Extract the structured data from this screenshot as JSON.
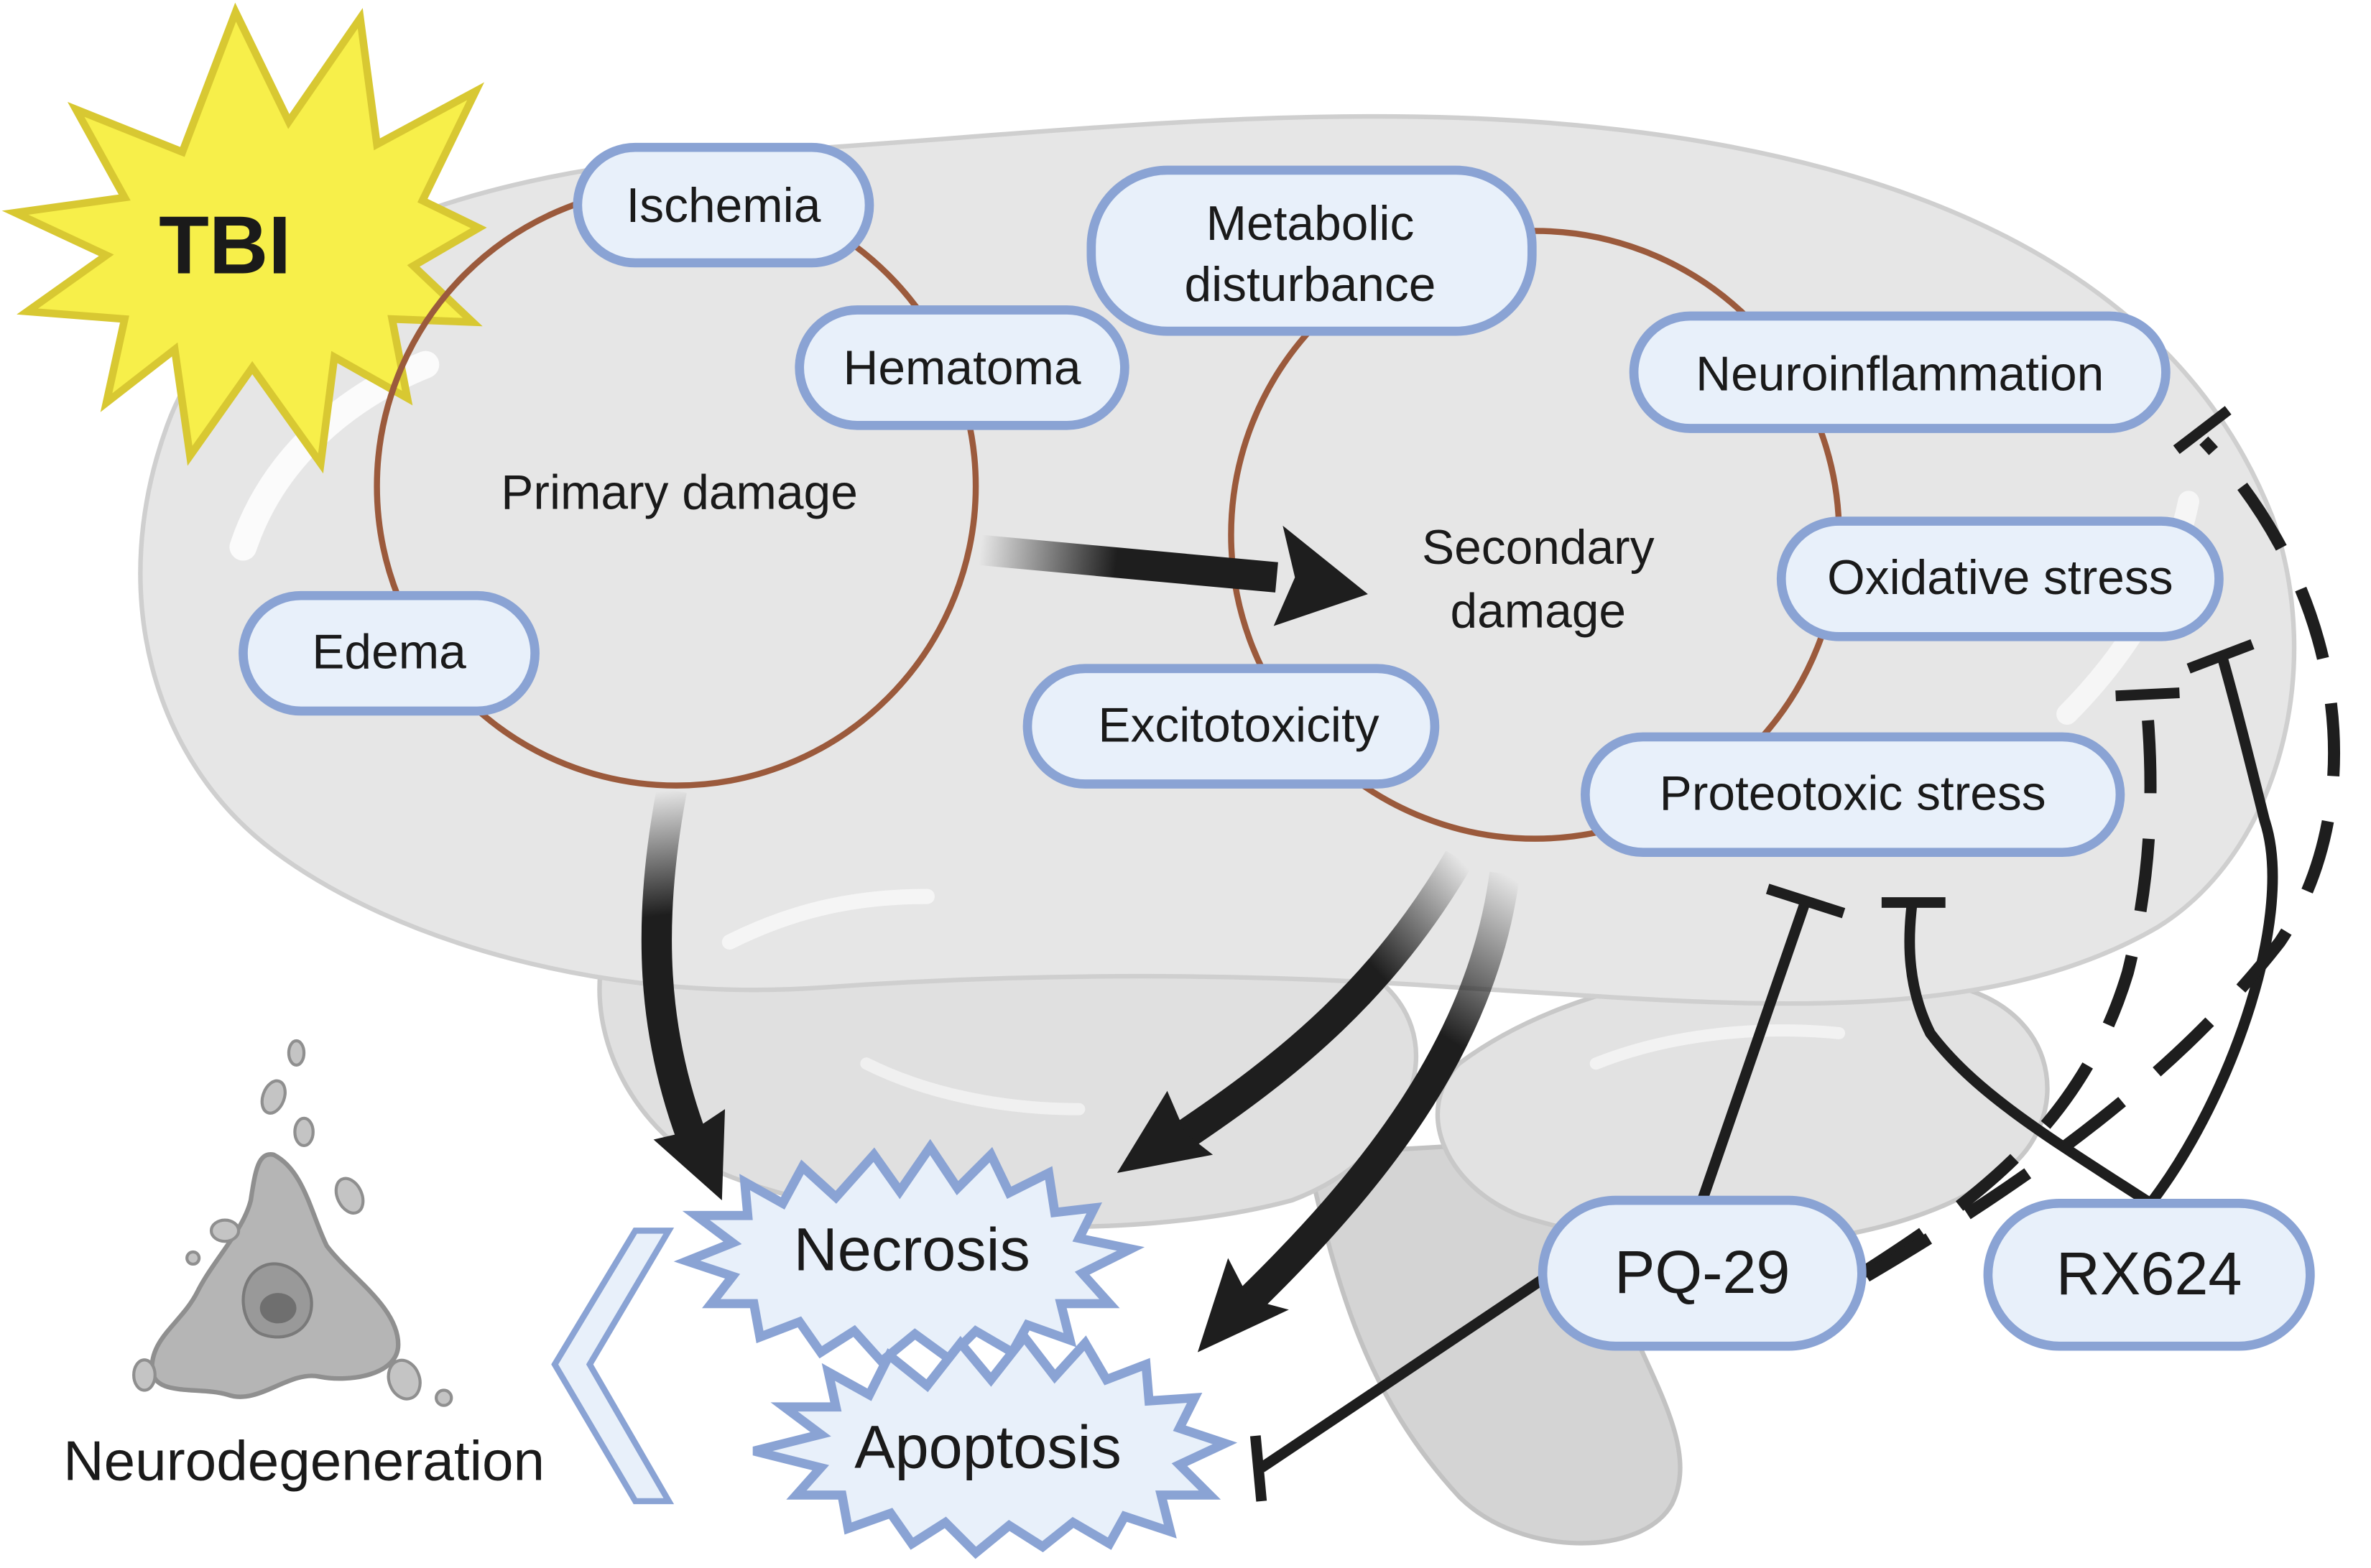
{
  "title": "TBI",
  "regions": {
    "primary": "Primary damage",
    "secondary_line1": "Secondary",
    "secondary_line2": "damage"
  },
  "primary_factors": {
    "ischemia": "Ischemia",
    "hematoma": "Hematoma",
    "edema": "Edema"
  },
  "secondary_factors": {
    "metabolic_line1": "Metabolic",
    "metabolic_line2": "disturbance",
    "neuroinflammation": "Neuroinflammation",
    "oxidative": "Oxidative stress",
    "excitotoxicity": "Excitotoxicity",
    "proteotoxic": "Proteotoxic stress"
  },
  "outcomes": {
    "necrosis": "Necrosis",
    "apoptosis": "Apoptosis",
    "neurodegeneration": "Neurodegeneration"
  },
  "compounds": {
    "pq29": "PQ-29",
    "rx624": "RX624"
  },
  "colors": {
    "starburst": "#f7ef4a",
    "brain": "#e6e6e6",
    "ring": "#9b5a3c",
    "pill_fill": "#e8f0fa",
    "pill_stroke": "#8aa3d4",
    "arrow": "#1e1e1e"
  }
}
